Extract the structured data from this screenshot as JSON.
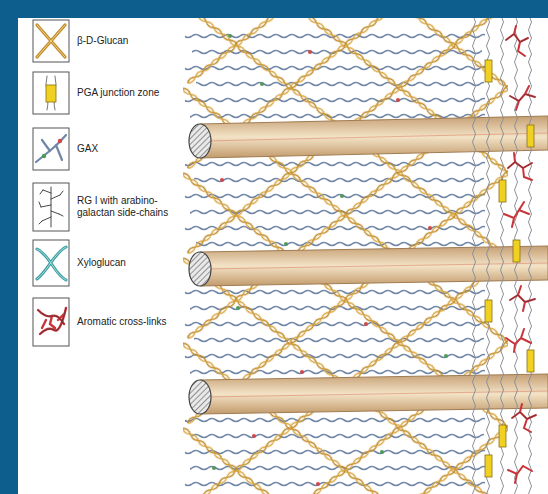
{
  "diagram": {
    "legend": [
      {
        "text": "β-D-Glucan"
      },
      {
        "text": "PGA junction zone"
      },
      {
        "text": "GAX"
      },
      {
        "text": "RG I with arabino-galactan side-chains"
      },
      {
        "text": "Xyloglucan"
      },
      {
        "text": "Aromatic cross-links"
      }
    ]
  }
}
